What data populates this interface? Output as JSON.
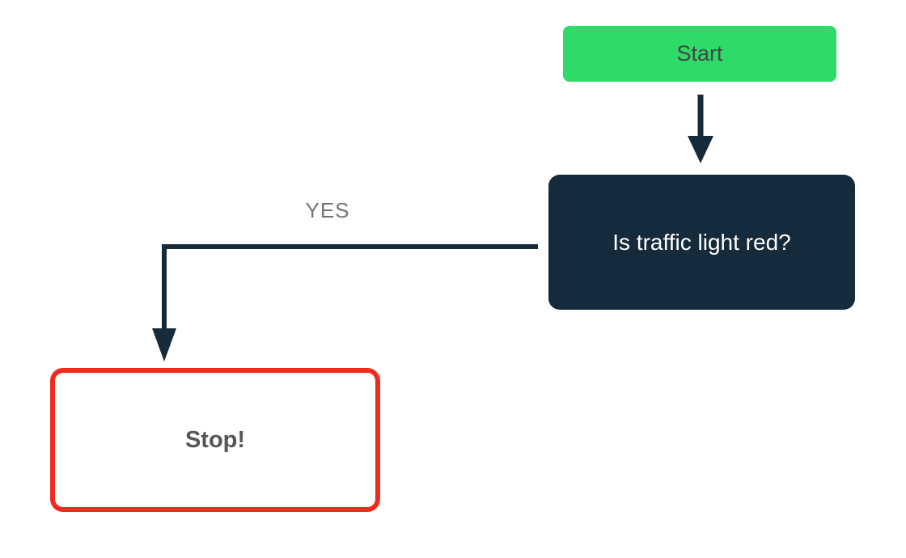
{
  "diagram": {
    "type": "flowchart",
    "background": "#ffffff",
    "connector_color": "#152a3b",
    "nodes": {
      "start": {
        "label": "Start",
        "shape": "rounded-rect",
        "fill": "#2edb69",
        "text_color": "#454545"
      },
      "decision": {
        "label": "Is traffic light red?",
        "shape": "rounded-rect",
        "fill": "#152a3b",
        "text_color": "#ffffff"
      },
      "stop": {
        "label": "Stop!",
        "shape": "rounded-rect-outlined",
        "fill": "#ffffff",
        "border_color": "#ee2b1c",
        "text_color": "#555555"
      }
    },
    "edges": [
      {
        "from": "start",
        "to": "decision",
        "label": "",
        "style": "straight-down-arrow"
      },
      {
        "from": "decision",
        "to": "stop",
        "label": "YES",
        "label_color": "#757575",
        "style": "elbow-left-down-arrow"
      }
    ]
  }
}
